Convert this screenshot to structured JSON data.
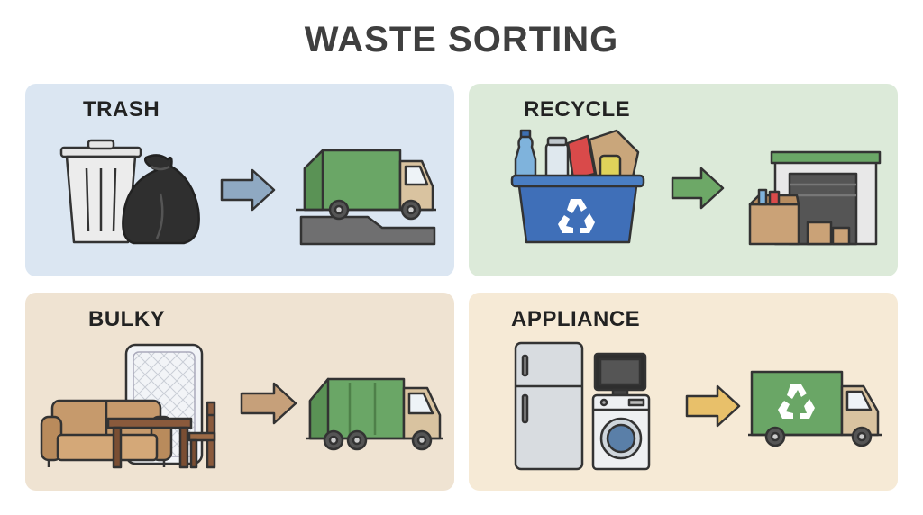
{
  "title": "WASTE SORTING",
  "panels": {
    "trash": {
      "label": "TRASH",
      "color": "#dbe6f2"
    },
    "recycle": {
      "label": "RECYCLE",
      "color": "#dcead9"
    },
    "bulky": {
      "label": "BULKY",
      "color": "#efe3d2"
    },
    "appliance": {
      "label": "APPLIANCE",
      "color": "#f6ead6"
    }
  },
  "icons": {
    "trash": [
      "trash-can-icon",
      "garbage-bag-icon",
      "arrow-right-icon",
      "garbage-truck-icon"
    ],
    "recycle": [
      "recycling-bin-icon",
      "recycling-symbol-icon",
      "arrow-right-icon",
      "recycling-facility-icon"
    ],
    "bulky": [
      "sofa-icon",
      "mattress-icon",
      "table-icon",
      "chair-icon",
      "arrow-right-icon",
      "bulky-waste-truck-icon"
    ],
    "appliance": [
      "refrigerator-icon",
      "television-icon",
      "washing-machine-icon",
      "arrow-right-icon",
      "recycling-truck-icon"
    ]
  }
}
